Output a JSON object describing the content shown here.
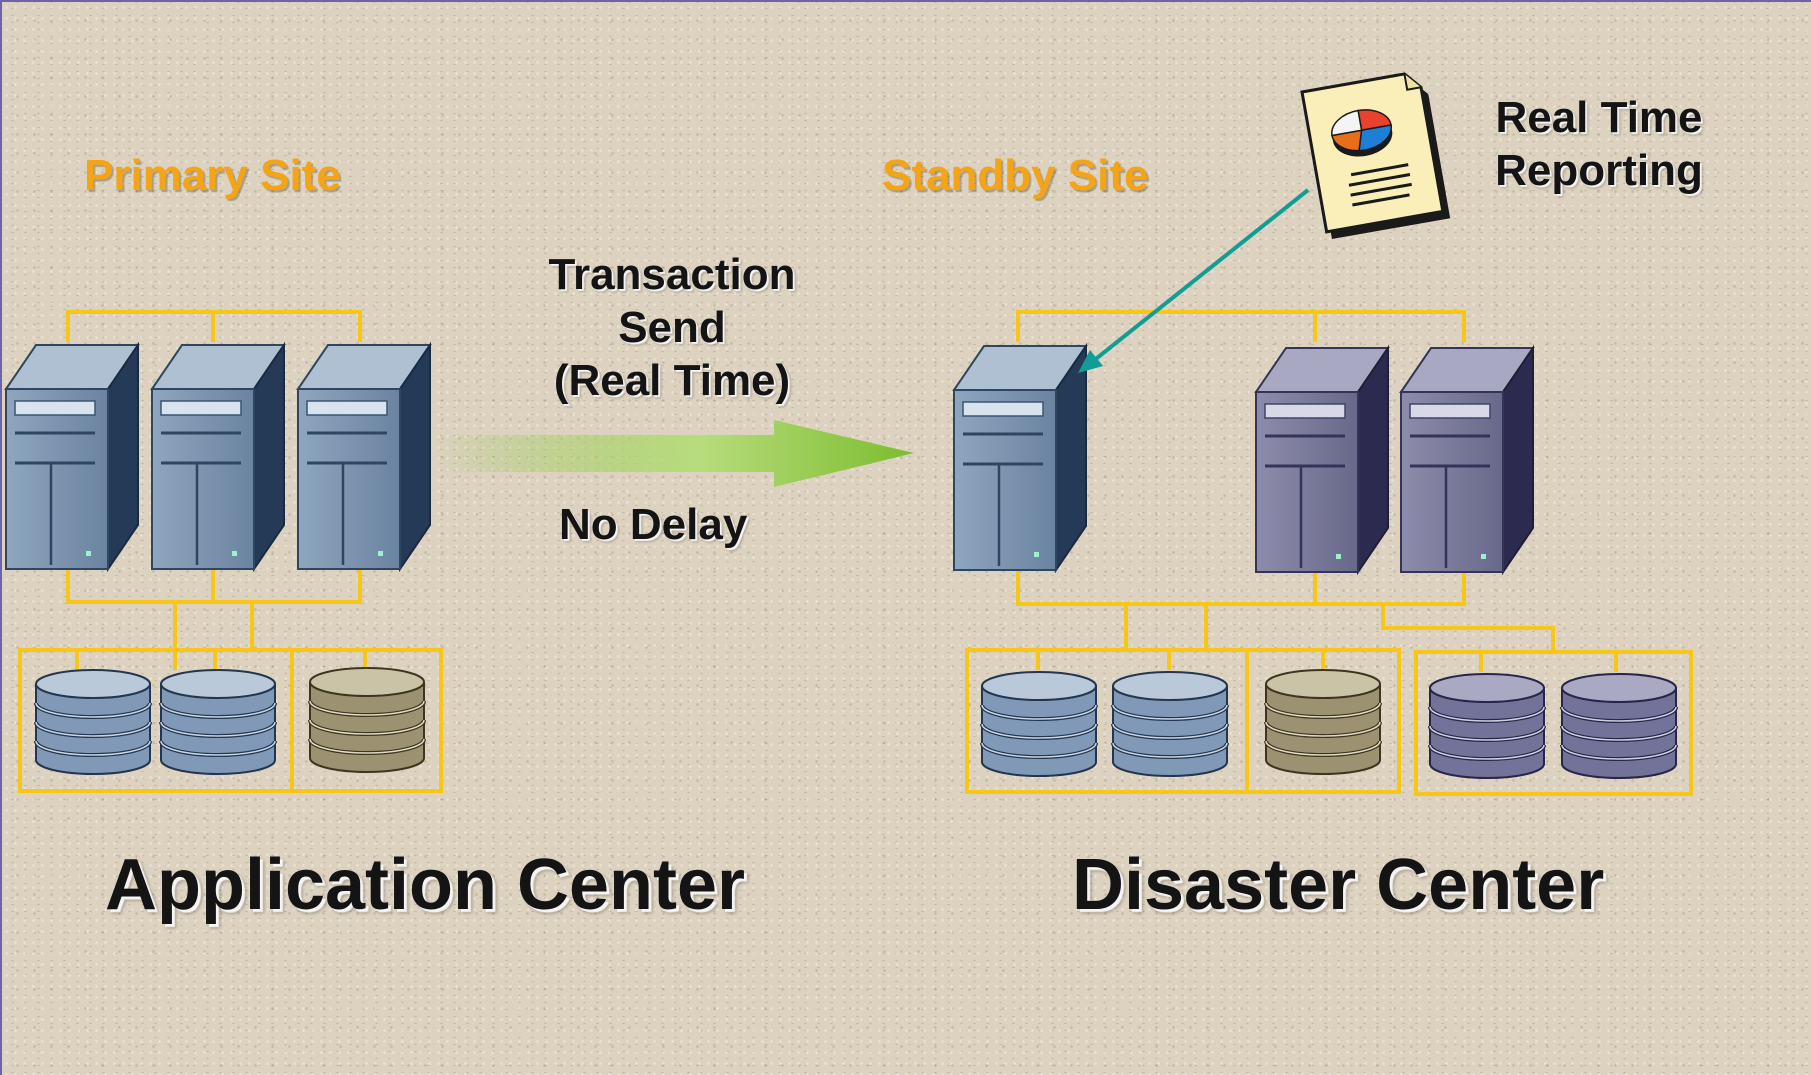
{
  "diagram": {
    "primary_site": "Primary Site",
    "standby_site": "Standby Site",
    "transaction_lines": [
      "Transaction",
      "Send",
      "(Real Time)"
    ],
    "no_delay": "No Delay",
    "reporting_lines": [
      "Real Time",
      "Reporting"
    ],
    "application_center": "Application Center",
    "disaster_center": "Disaster Center"
  },
  "colors": {
    "site_label": "#f5a416",
    "connector": "#f7c718",
    "arrow_green": "#8cc63f",
    "report_arrow": "#139c96",
    "server_blue": "#6f89a6",
    "server_purple": "#6e6e92",
    "disk_blue": "#8aa3bf",
    "disk_tan": "#a69b7a",
    "disk_purple": "#7a7a9c"
  },
  "icons": [
    "server-icon",
    "database-icon",
    "report-document-icon",
    "pie-chart-icon"
  ]
}
